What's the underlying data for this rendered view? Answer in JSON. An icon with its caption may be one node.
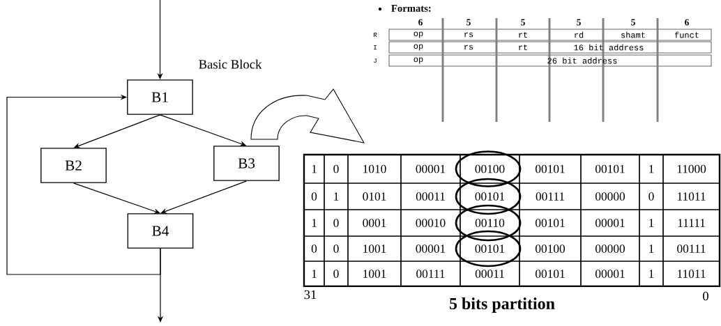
{
  "diagram": {
    "nodes": [
      {
        "text": [
          "B1"
        ]
      },
      {
        "text": [
          "B2"
        ]
      },
      {
        "text": [
          "B3"
        ]
      },
      {
        "text": [
          "B4"
        ]
      }
    ],
    "edges": [
      {
        "from": null,
        "to": 0,
        "arrow": "to"
      },
      {
        "from": 0,
        "to": 1,
        "arrow": "to"
      },
      {
        "from": 0,
        "to": 2,
        "arrow": "to"
      },
      {
        "from": 1,
        "to": 3,
        "arrow": "to"
      },
      {
        "from": 2,
        "to": 3,
        "arrow": "to"
      },
      {
        "from": 3,
        "to": 0,
        "arrow": "to"
      },
      {
        "from": 3,
        "to": null,
        "arrow": "to"
      }
    ],
    "labels": [
      "Formats:",
      "6",
      "5",
      "5",
      "5",
      "5",
      "6",
      "R",
      "op",
      "rs",
      "rt",
      "rd",
      "shamt",
      "funct",
      "I",
      "op",
      "rs",
      "rt",
      "16 bit address",
      "J",
      "op",
      "26 bit address",
      "Basic Block",
      "1",
      "0",
      "1010",
      "00001",
      "00100",
      "00101",
      "00101",
      "1",
      "11000",
      "0",
      "1",
      "0101",
      "00011",
      "00101",
      "00111",
      "00000",
      "0",
      "11011",
      "1",
      "0",
      "0001",
      "00010",
      "00110",
      "00101",
      "00001",
      "1",
      "11111",
      "0",
      "0",
      "1001",
      "00001",
      "00101",
      "00100",
      "00000",
      "1",
      "00111",
      "1",
      "0",
      "1001",
      "00111",
      "00011",
      "00101",
      "00001",
      "1",
      "11011",
      "31",
      "0",
      "5 bits partition"
    ]
  }
}
